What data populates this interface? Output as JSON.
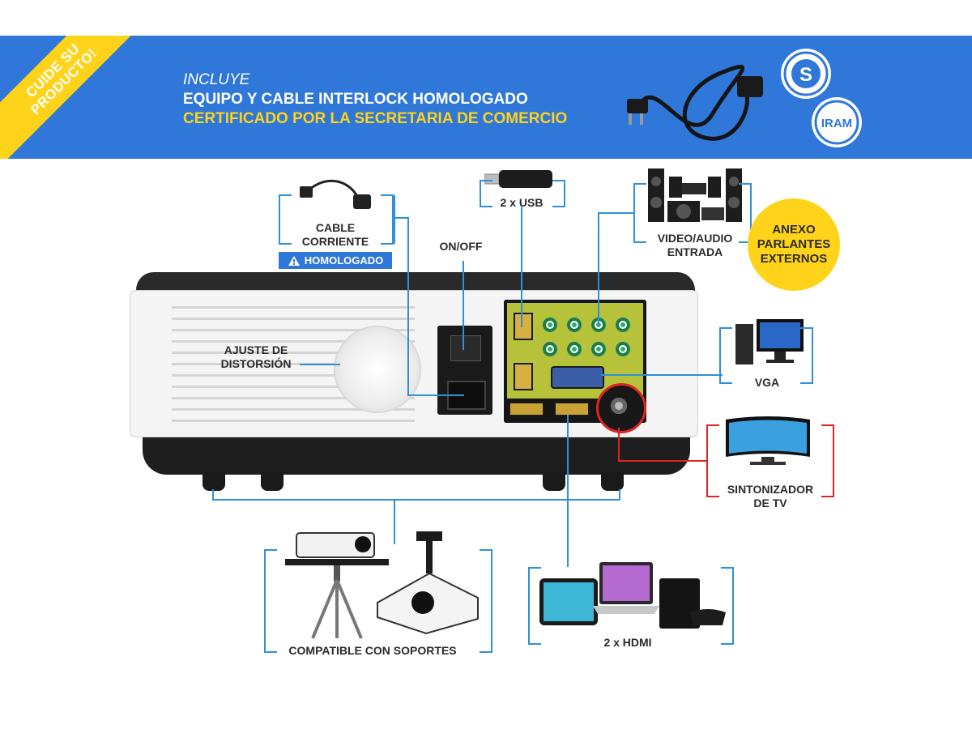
{
  "banner": {
    "corner_line1": "CUIDE SU",
    "corner_line2": "PRODUCTO!",
    "line1": "INCLUYE",
    "line2": "EQUIPO Y CABLE INTERLOCK HOMOLOGADO",
    "line3": "CERTIFICADO POR LA SECRETARIA DE COMERCIO",
    "seal1_text": "S",
    "seal2_text": "IRAM"
  },
  "labels": {
    "cable_line1": "CABLE",
    "cable_line2": "CORRIENTE",
    "homologado": "HOMOLOGADO",
    "usb": "2 x USB",
    "onoff": "ON/OFF",
    "video_line1": "VIDEO/AUDIO",
    "video_line2": "ENTRADA",
    "anexo_line1": "ANEXO",
    "anexo_line2": "PARLANTES",
    "anexo_line3": "EXTERNOS",
    "ajuste_line1": "AJUSTE DE",
    "ajuste_line2": "DISTORSIÓN",
    "vga": "VGA",
    "tuner_line1": "SINTONIZADOR",
    "tuner_line2": "DE TV",
    "soportes": "COMPATIBLE CON SOPORTES",
    "hdmi": "2 x HDMI"
  },
  "colors": {
    "banner_blue": "#2f77d9",
    "accent_yellow": "#ffd31a",
    "line_blue": "#2f8fd8",
    "tuner_red": "#e02424"
  },
  "icons": [
    "warning-icon",
    "power-cord-icon",
    "usb-drive-icon",
    "speakers-icon",
    "computer-icon",
    "tv-icon",
    "projector-icon",
    "tripod-icon",
    "tablet-icon",
    "laptop-icon",
    "game-console-icon"
  ]
}
